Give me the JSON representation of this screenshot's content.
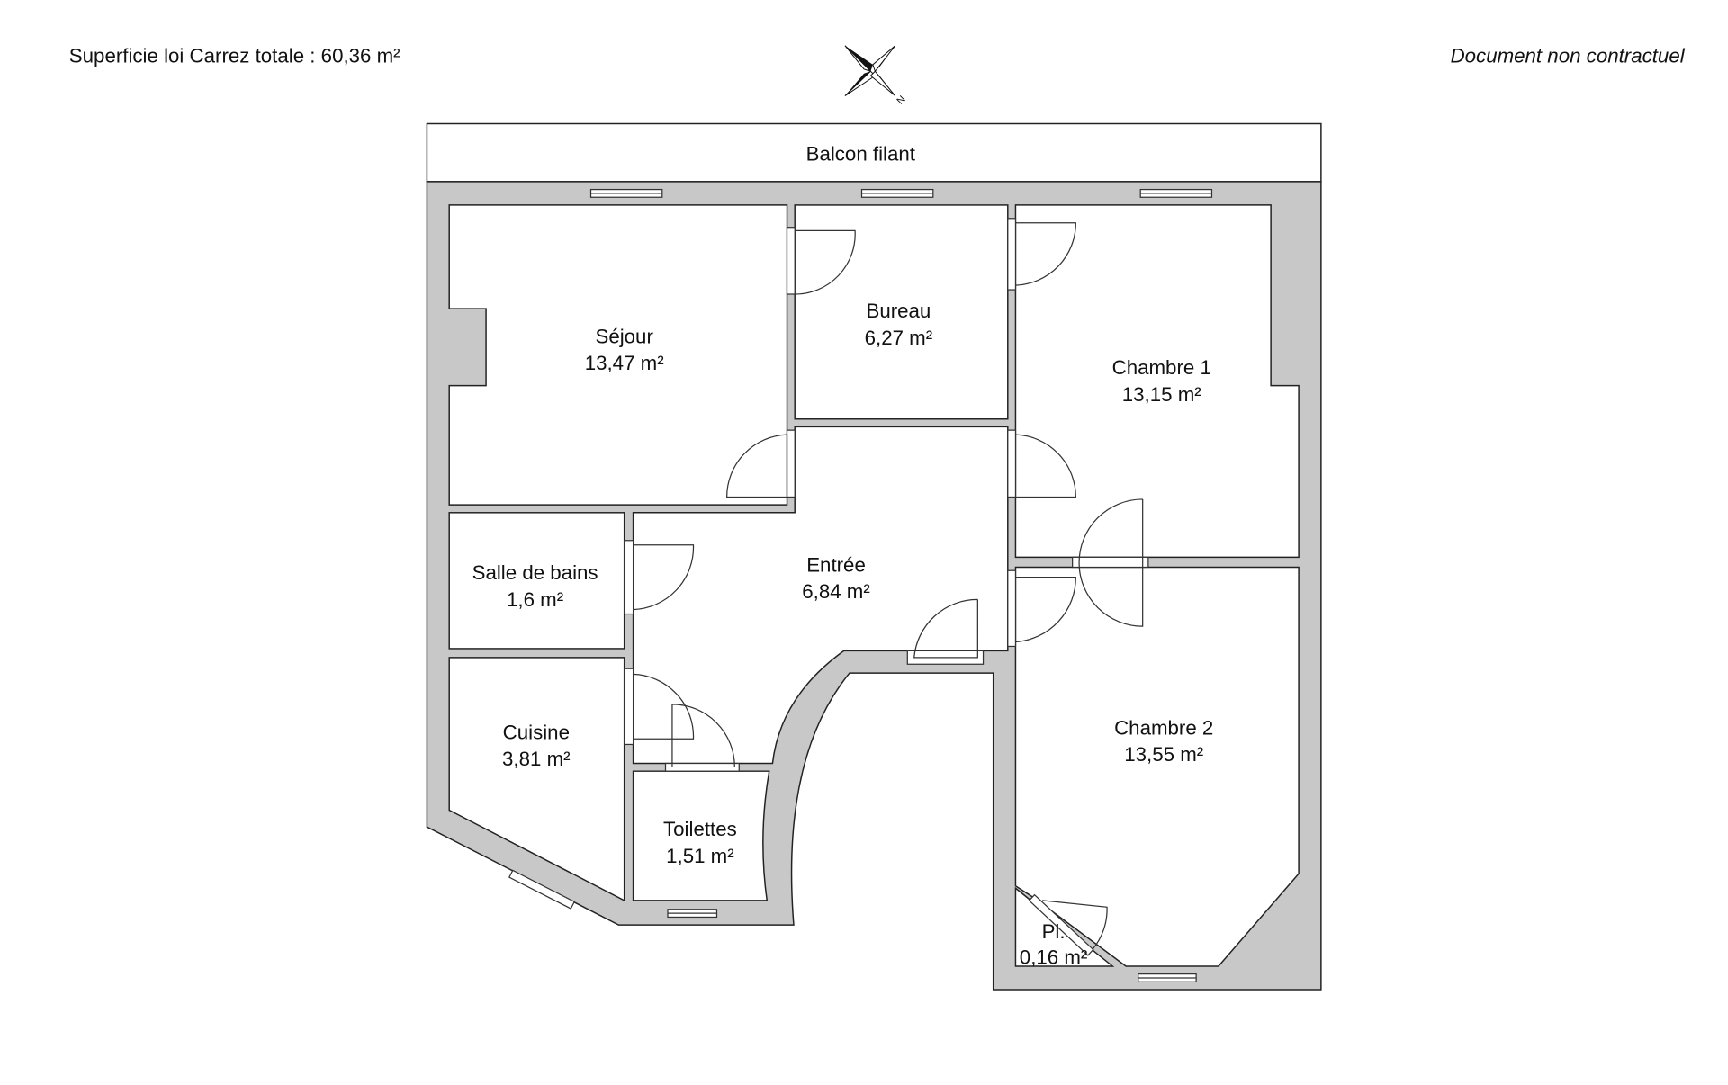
{
  "header": {
    "total_area_label": "Superficie loi Carrez totale :  60,36 m²",
    "disclaimer": "Document non contractuel",
    "compass_letter": "N"
  },
  "rooms": {
    "balcon": {
      "name": "Balcon filant"
    },
    "sejour": {
      "name": "Séjour",
      "area": "13,47 m²"
    },
    "bureau": {
      "name": "Bureau",
      "area": "6,27 m²"
    },
    "chambre1": {
      "name": "Chambre 1",
      "area": "13,15 m²"
    },
    "entree": {
      "name": "Entrée",
      "area": "6,84 m²"
    },
    "sdb": {
      "name": "Salle de bains",
      "area": "1,6 m²"
    },
    "cuisine": {
      "name": "Cuisine",
      "area": "3,81 m²"
    },
    "toilettes": {
      "name": "Toilettes",
      "area": "1,51 m²"
    },
    "chambre2": {
      "name": "Chambre 2",
      "area": "13,55 m²"
    },
    "placard": {
      "name": "Pl.",
      "area": "0,16 m²"
    }
  },
  "colors": {
    "wall": "#c8c8c8",
    "line": "#222222"
  }
}
